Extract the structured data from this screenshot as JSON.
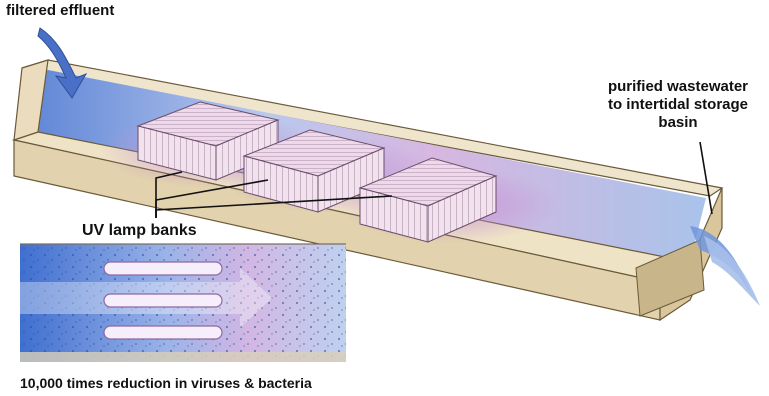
{
  "labels": {
    "filtered_effluent": "filtered effluent",
    "uv_lamp_banks": "UV lamp banks",
    "purified": [
      "purified wastewater",
      "to intertidal storage",
      "basin"
    ],
    "caption": "10,000 times reduction in viruses & bacteria"
  },
  "colors": {
    "concrete": "#e8dcc0",
    "concrete_edge": "#6b5a3a",
    "water": "#9db8e6",
    "water_deep": "#5f86d6",
    "lamp_glow": "#c9a0d8",
    "lamp_bank": "#e9d6e6",
    "arrow": "#5577cc"
  }
}
